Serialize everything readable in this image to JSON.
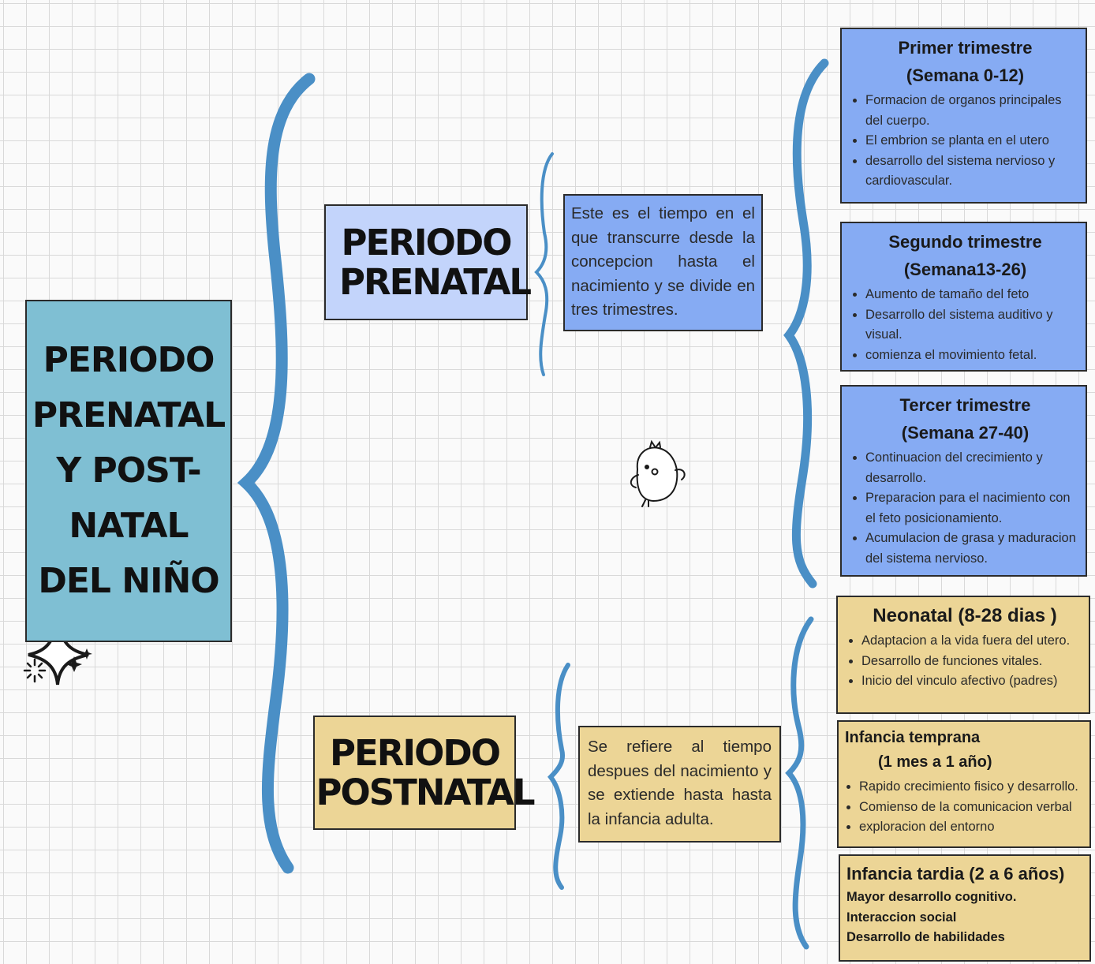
{
  "main_title": "PERIODO PRENATAL Y POST-NATAL DEL NIÑO",
  "prenatal": {
    "heading": "PERIODO PRENATAL",
    "description": "Este es el tiempo en el que transcurre desde la concepcion hasta el nacimiento y se divide en tres trimestres.",
    "trimesters": [
      {
        "title": "Primer trimestre",
        "subtitle": "(Semana 0-12)",
        "items": [
          "Formacion de organos principales del cuerpo.",
          "El embrion se planta en el utero",
          "desarrollo del sistema nervioso y cardiovascular."
        ]
      },
      {
        "title": "Segundo trimestre",
        "subtitle": "(Semana13-26)",
        "items": [
          "Aumento de tamaño del feto",
          "Desarrollo del sistema auditivo y visual.",
          "comienza el movimiento fetal."
        ]
      },
      {
        "title": "Tercer trimestre",
        "subtitle": "(Semana 27-40)",
        "items": [
          "Continuacion del crecimiento y desarrollo.",
          "Preparacion para el nacimiento con el feto posicionamiento.",
          "Acumulacion de grasa y maduracion del sistema nervioso."
        ]
      }
    ]
  },
  "postnatal": {
    "heading": "PERIODO POSTNATAL",
    "description": "Se refiere al tiempo despues del nacimiento y se extiende hasta hasta la infancia adulta.",
    "stages": [
      {
        "title": "Neonatal (8-28 dias )",
        "items": [
          "Adaptacion a la vida fuera del utero.",
          "Desarrollo de funciones vitales.",
          "Inicio del vinculo afectivo (padres)"
        ]
      },
      {
        "title": "Infancia temprana",
        "subtitle": "(1 mes a 1 año)",
        "items": [
          "Rapido crecimiento fisico y desarrollo.",
          "Comienso de la comunicacion verbal",
          "exploracion del entorno"
        ]
      },
      {
        "title": "Infancia tardia (2 a 6 años)",
        "lines": [
          "Mayor desarrollo cognitivo.",
          "Interaccion social",
          "Desarrollo de habilidades"
        ]
      }
    ]
  },
  "colors": {
    "main_box": "#7fbfd3",
    "prenatal_heading": "#c3d4fb",
    "prenatal_cards": "#86abf3",
    "postnatal_cards": "#ecd596",
    "brace": "#4a8fc6"
  },
  "decorations": [
    "sparkle-icon",
    "chick-doodle-icon"
  ]
}
